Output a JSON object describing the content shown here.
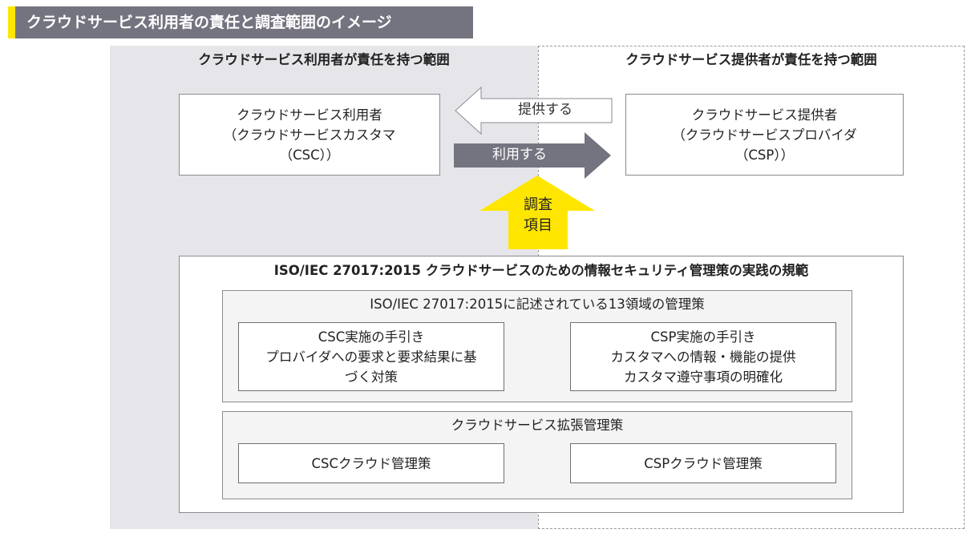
{
  "title": "クラウドサービス利用者の責任と調査範囲のイメージ",
  "regions": {
    "user_title": "クラウドサービス利用者が責任を持つ範囲",
    "provider_title": "クラウドサービス提供者が責任を持つ範囲"
  },
  "csc_box": {
    "line1": "クラウドサービス利用者",
    "line2": "（クラウドサービスカスタマ",
    "line3": "（CSC））"
  },
  "csp_box": {
    "line1": "クラウドサービス提供者",
    "line2": "（クラウドサービスプロバイダ",
    "line3": "（CSP））"
  },
  "arrows": {
    "provide": "提供する",
    "use": "利用する",
    "survey_line1": "調査",
    "survey_line2": "項目"
  },
  "standard": {
    "title": "ISO/IEC 27017:2015 クラウドサービスのための情報セキュリティ管理策の実践の規範",
    "controls_13": {
      "title": "ISO/IEC 27017:2015に記述されている13領域の管理策",
      "csc_guidance": {
        "line1": "CSC実施の手引き",
        "line2": "プロバイダへの要求と要求結果に基",
        "line3": "づく対策"
      },
      "csp_guidance": {
        "line1": "CSP実施の手引き",
        "line2": "カスタマへの情報・機能の提供",
        "line3": "カスタマ遵守事項の明確化"
      }
    },
    "extended": {
      "title": "クラウドサービス拡張管理策",
      "csc_cloud": "CSCクラウド管理策",
      "csp_cloud": "CSPクラウド管理策"
    }
  },
  "colors": {
    "accent_yellow": "#FFE600",
    "title_bar": "#747480",
    "user_region": "#E6E6EA",
    "use_arrow": "#747480"
  }
}
